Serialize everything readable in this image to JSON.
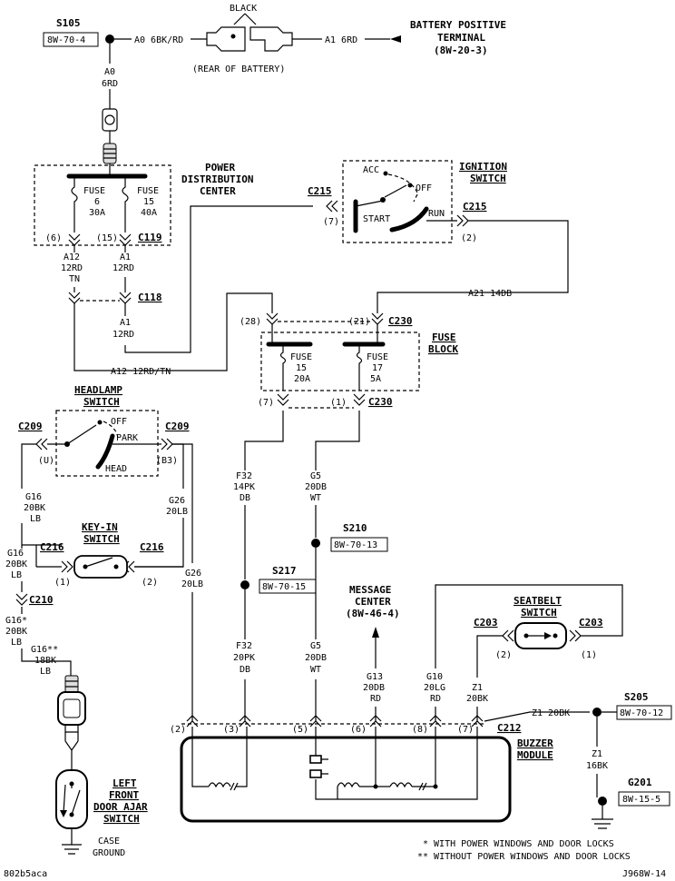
{
  "splices": {
    "s105": {
      "id": "S105",
      "ref": "8W-70-4"
    },
    "s210": {
      "id": "S210",
      "ref": "8W-70-13"
    },
    "s217": {
      "id": "S217",
      "ref": "8W-70-15"
    },
    "s205": {
      "id": "S205",
      "ref": "8W-70-12"
    },
    "g201": {
      "id": "G201",
      "ref": "8W-15-5"
    }
  },
  "battery": {
    "black_label": "BLACK",
    "rear_label": "(REAR OF BATTERY)",
    "left_wire": "A0 6BK/RD",
    "right_wire": "A1 6RD",
    "terminal_line1": "BATTERY POSITIVE",
    "terminal_line2": "TERMINAL",
    "terminal_ref": "(8W-20-3)",
    "a0_line1": "A0",
    "a0_line2": "6RD"
  },
  "pdc": {
    "title_line1": "POWER",
    "title_line2": "DISTRIBUTION",
    "title_line3": "CENTER",
    "fuse6_line1": "FUSE",
    "fuse6_line2": "6",
    "fuse6_line3": "30A",
    "fuse15_line1": "FUSE",
    "fuse15_line2": "15",
    "fuse15_line3": "40A",
    "pin6": "(6)",
    "pin15": "(15)",
    "connector": "C119"
  },
  "ignition": {
    "title_line1": "IGNITION",
    "title_line2": "SWITCH",
    "acc": "ACC",
    "off": "OFF",
    "start": "START",
    "run": "RUN",
    "c215_left": "C215",
    "c215_right": "C215",
    "pin7": "(7)",
    "pin2": "(2)"
  },
  "wires": {
    "a12_line1": "A12",
    "a12_line2": "12RD",
    "a12_line3": "TN",
    "a1_line1": "A1",
    "a1_line2": "12RD",
    "c118": "C118",
    "a1b_line1": "A1",
    "a1b_line2": "12RD",
    "a12_bottom": "A12 12RD/TN",
    "a21": "A21 14DB"
  },
  "fuse_block": {
    "title_line1": "FUSE",
    "title_line2": "BLOCK",
    "pin28": "(28)",
    "pin21": "(21)",
    "c230_top": "C230",
    "f15_line1": "FUSE",
    "f15_line2": "15",
    "f15_line3": "20A",
    "f17_line1": "FUSE",
    "f17_line2": "17",
    "f17_line3": "5A",
    "pin7": "(7)",
    "pin1": "(1)",
    "c230_bottom": "C230"
  },
  "headlamp": {
    "title_line1": "HEADLAMP",
    "title_line2": "SWITCH",
    "off": "OFF",
    "park": "PARK",
    "head": "HEAD",
    "c209_left": "C209",
    "c209_right": "C209",
    "pin_u": "(U)",
    "pin_b3": "(B3)"
  },
  "left_wires": {
    "g16_line1": "G16",
    "g16_line2": "20BK",
    "g16_line3": "LB",
    "g16b_line1": "G16",
    "g16b_line2": "20BK",
    "g16b_line3": "LB",
    "c210": "C210",
    "g16c_line1": "G16*",
    "g16c_line2": "20BK",
    "g16c_line3": "LB",
    "g16d_line1": "G16**",
    "g16d_line2": "18BK",
    "g16d_line3": "LB",
    "g26_line1": "G26",
    "g26_line2": "20LB",
    "g26b_line1": "G26",
    "g26b_line2": "20LB"
  },
  "keyin": {
    "title_line1": "KEY-IN",
    "title_line2": "SWITCH",
    "c216_left": "C216",
    "c216_right": "C216",
    "pin1": "(1)",
    "pin2": "(2)"
  },
  "center_wires": {
    "f32_line1": "F32",
    "f32_line2": "14PK",
    "f32_line3": "DB",
    "g5_line1": "G5",
    "g5_line2": "20DB",
    "g5_line3": "WT",
    "f32b_line1": "F32",
    "f32b_line2": "20PK",
    "f32b_line3": "DB",
    "g5b_line1": "G5",
    "g5b_line2": "20DB",
    "g5b_line3": "WT",
    "g13_line1": "G13",
    "g13_line2": "20DB",
    "g13_line3": "RD",
    "g10_line1": "G10",
    "g10_line2": "20LG",
    "g10_line3": "RD",
    "z1_line1": "Z1",
    "z1_line2": "20BK",
    "z1_right": "Z1 20BK",
    "z1b_line1": "Z1",
    "z1b_line2": "16BK"
  },
  "message_center": {
    "line1": "MESSAGE",
    "line2": "CENTER",
    "ref": "(8W-46-4)"
  },
  "seatbelt": {
    "title_line1": "SEATBELT",
    "title_line2": "SWITCH",
    "c203_left": "C203",
    "c203_right": "C203",
    "pin2": "(2)",
    "pin1": "(1)"
  },
  "buzzer": {
    "title_line1": "BUZZER",
    "title_line2": "MODULE",
    "connector": "C212",
    "pins": [
      "(2)",
      "(3)",
      "(5)",
      "(6)",
      "(8)",
      "(7)"
    ]
  },
  "door_ajar": {
    "title_line1": "LEFT",
    "title_line2": "FRONT",
    "title_line3": "DOOR AJAR",
    "title_line4": "SWITCH",
    "ground_line1": "CASE",
    "ground_line2": "GROUND"
  },
  "notes": {
    "note1": "* WITH POWER WINDOWS AND DOOR LOCKS",
    "note2": "** WITHOUT POWER WINDOWS AND DOOR LOCKS"
  },
  "footer": {
    "left": "802b5aca",
    "right": "J968W-14"
  }
}
